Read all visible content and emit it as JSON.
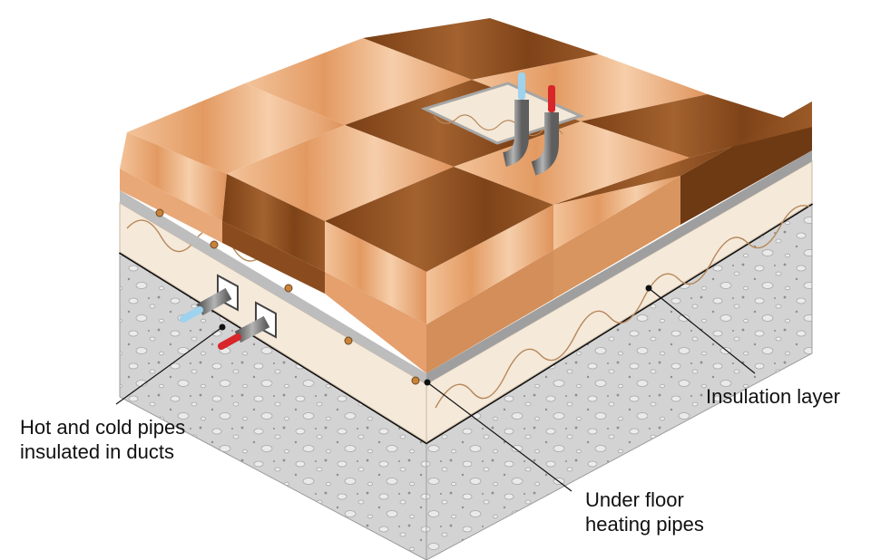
{
  "labels": {
    "ducts": [
      "Hot and cold pipes",
      "insulated in ducts"
    ],
    "insulation": [
      "Insulation layer"
    ],
    "heating": [
      "Under floor",
      "heating pipes"
    ]
  },
  "colors": {
    "tile_light": "#e9a877",
    "tile_dark": "#8e4f1f",
    "insulation": "#f4e8d8",
    "heating_pipe": "#c9823a",
    "concrete": "#d2d2d2",
    "cold_pipe": "#9dd3ee",
    "hot_pipe": "#d8262a",
    "duct": "#7a7a7a"
  }
}
